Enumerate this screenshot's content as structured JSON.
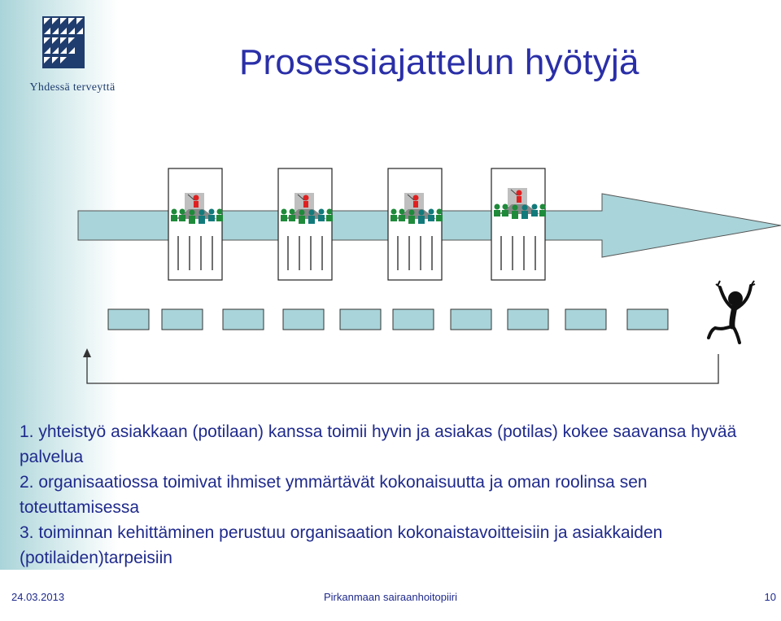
{
  "logo": {
    "text": "Yhdessä terveyttä"
  },
  "slide": {
    "title": "Prosessiajattelun hyötyjä"
  },
  "bullets": [
    {
      "number": "1.",
      "text": "yhteistyö asiakkaan (potilaan) kanssa toimii hyvin ja asiakas (potilas) kokee saavansa hyvää palvelua"
    },
    {
      "number": "2.",
      "text": "organisaatiossa toimivat ihmiset ymmärtävät kokonaisuutta ja oman roolinsa sen toteuttamisessa"
    },
    {
      "number": "3.",
      "text": "toiminnan kehittäminen perustuu organisaation kokonaistavoitteisiin ja asiakkaiden (potilaiden)tarpeisiin"
    }
  ],
  "footer": {
    "date": "24.03.2013",
    "organization": "Pirkanmaan sairaanhoitopiiri",
    "page_number": "10"
  },
  "colors": {
    "title": "#2a2fa8",
    "arrow_fill": "#a9d4d9",
    "box_fill": "#a9d4d9",
    "text": "#1f2a8c"
  }
}
